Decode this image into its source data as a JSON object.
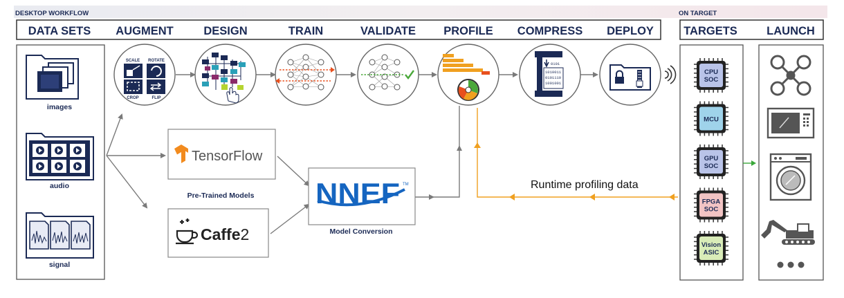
{
  "sections": {
    "desktop": "DESKTOP WORKFLOW",
    "target": "ON TARGET"
  },
  "headers": {
    "datasets": "DATA SETS",
    "augment": "AUGMENT",
    "design": "DESIGN",
    "train": "TRAIN",
    "validate": "VALIDATE",
    "profile": "PROFILE",
    "compress": "COMPRESS",
    "deploy": "DEPLOY",
    "targets": "TARGETS",
    "launch": "LAUNCH"
  },
  "datasets": {
    "images": "images",
    "audio": "audio",
    "signal": "signal"
  },
  "augment": {
    "scale": "SCALE",
    "rotate": "ROTATE",
    "crop": "CROP",
    "flip": "FLIP"
  },
  "compress": {
    "binary1": "0101",
    "binary2": "1010011",
    "binary3": "0101110",
    "binary4": "1001001"
  },
  "models": {
    "tensorflow": "TensorFlow",
    "caffe_prefix": "Caffe",
    "caffe_suffix": "2",
    "pretrained_caption": "Pre-Trained Models",
    "nnef": "NNEF",
    "tm": "TM",
    "conversion_caption": "Model Conversion"
  },
  "feedback_label": "Runtime profiling data",
  "targets": [
    {
      "line1": "CPU",
      "line2": "SOC",
      "color": "#b9c3e8"
    },
    {
      "line1": "MCU",
      "line2": "",
      "color": "#9fd3ea"
    },
    {
      "line1": "GPU",
      "line2": "SOC",
      "color": "#b9c3e8"
    },
    {
      "line1": "FPGA",
      "line2": "SOC",
      "color": "#f2c4c4"
    },
    {
      "line1": "Vision",
      "line2": "ASIC",
      "color": "#d9ecb8"
    }
  ],
  "colors": {
    "navy": "#1b2a55",
    "arrow_gray": "#7a7a7a",
    "feedback_orange": "#f0a020",
    "link_green": "#3aa83a",
    "tf_orange": "#f28b1e",
    "nnef_blue": "#1565c0"
  },
  "icons": [
    "drone-icon",
    "microwave-icon",
    "washing-machine-icon",
    "excavator-icon",
    "more-dots-icon"
  ]
}
